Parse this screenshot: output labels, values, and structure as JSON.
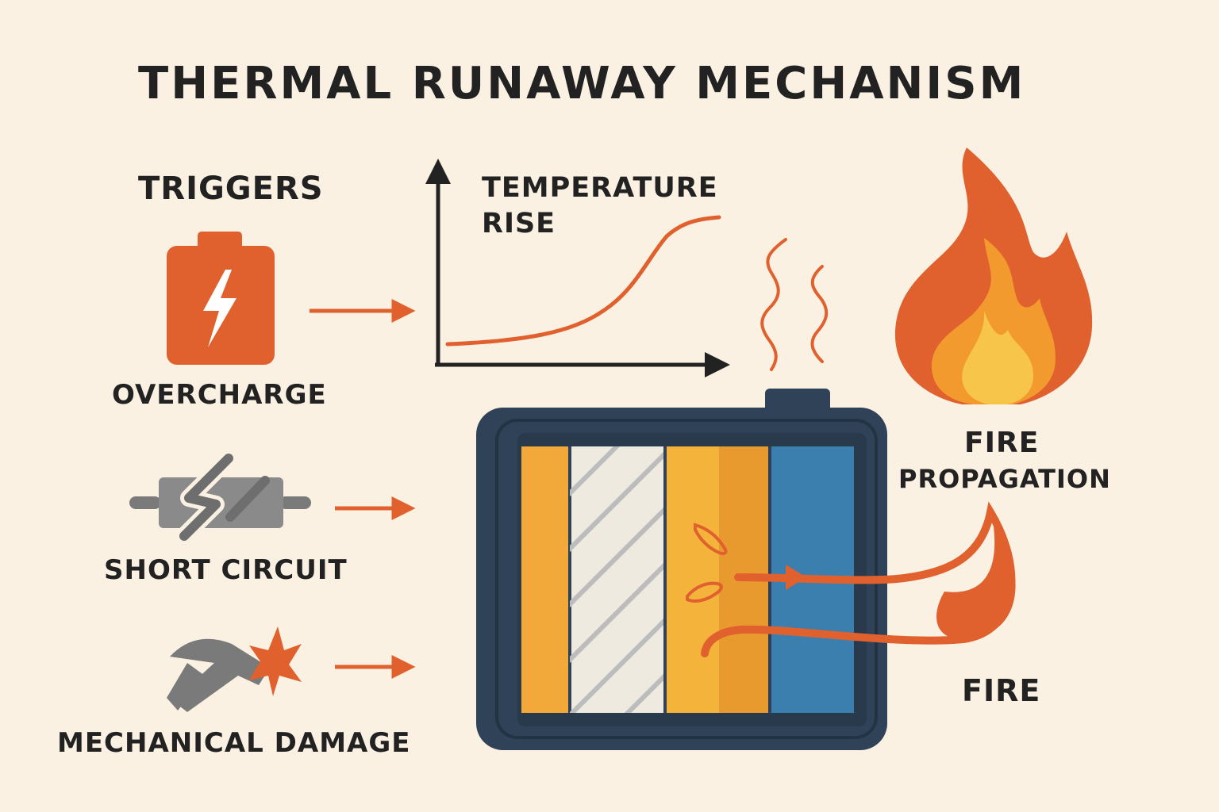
{
  "title": "THERMAL RUNAWAY MECHANISM",
  "triggers": {
    "heading": "TRIGGERS",
    "items": [
      {
        "label": "OVERCHARGE",
        "icon": "battery-lightning-icon"
      },
      {
        "label": "SHORT CIRCUIT",
        "icon": "broken-wire-icon"
      },
      {
        "label": "MECHANICAL DAMAGE",
        "icon": "hammer-impact-icon"
      }
    ]
  },
  "temperature": {
    "label_line1": "TEMPERATURE",
    "label_line2": "RISE",
    "icon": "temperature-curve"
  },
  "fire_propagation": {
    "line1": "FIRE",
    "line2": "PROPAGATION",
    "icon": "flame-icon"
  },
  "fire": {
    "label": "FIRE"
  },
  "colors": {
    "background": "#fbf1e2",
    "accent_orange": "#e0612e",
    "flame_mid": "#f29a2e",
    "flame_core": "#f7c54a",
    "battery_case": "#2f4257",
    "layer_yellow": "#f2a93a",
    "layer_blue": "#3b7fae",
    "icon_gray": "#7a7a7a",
    "text": "#222222"
  }
}
